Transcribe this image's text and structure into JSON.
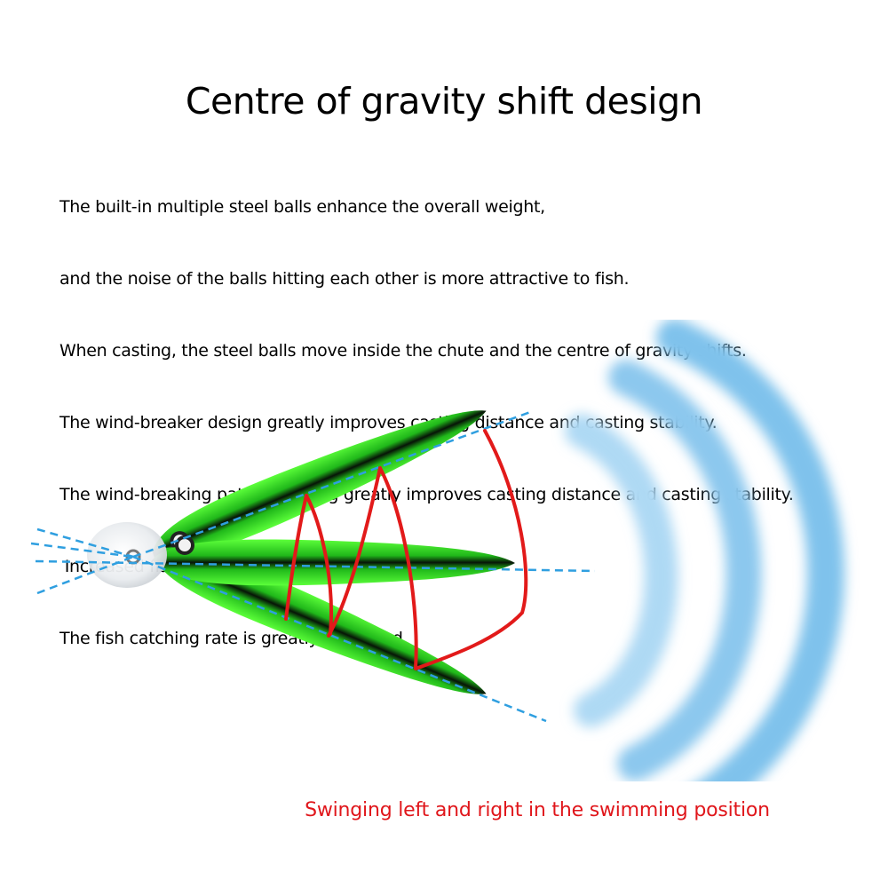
{
  "title": "Centre of gravity shift design",
  "description_lines": [
    "The built-in multiple steel balls enhance the overall weight,",
    "and the noise of the balls hitting each other is more attractive to fish.",
    "When casting, the steel balls move inside the chute and the centre of gravity shifts.",
    "The wind-breaker design greatly improves casting distance and casting stability.",
    "The wind-breaking pattern setting greatly improves casting distance and casting stability.",
    " Increased fishing range, greatly improving",
    "The fish catching rate is greatly increased."
  ],
  "caption": "Swinging left and right in the swimming position",
  "colors": {
    "caption": "#e0161b",
    "lure_body": "#29c21d",
    "lure_stripe": "#0b0f0b",
    "guide_line": "#2f9fe0",
    "swing_arc": "#e21a1a",
    "wave": "#8cc8ee"
  },
  "icons": {
    "lure": "fishing-lure-icon",
    "sound_wave": "sound-wave-icon"
  }
}
